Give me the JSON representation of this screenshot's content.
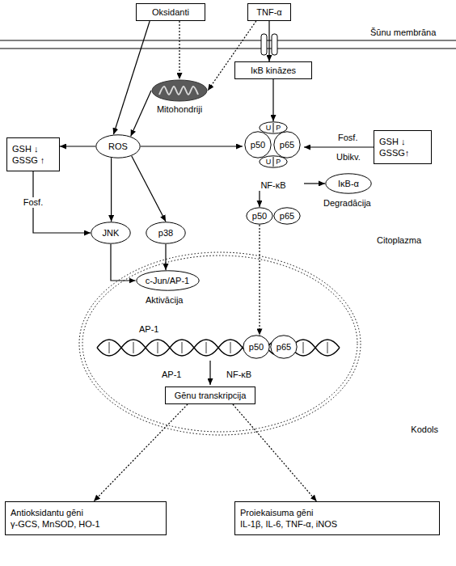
{
  "diagram": {
    "nodes": [
      {
        "text": [
          "Oksidanti"
        ]
      },
      {
        "text": [
          "TNF-α"
        ]
      },
      {
        "text": [
          "IκB kināzes"
        ]
      },
      {
        "text": [
          "Mitohondriji"
        ]
      },
      {
        "text": [
          "GSH ↓",
          "GSSG ↑"
        ]
      },
      {
        "text": [
          "ROS"
        ]
      },
      {
        "text": [
          "NF-κB"
        ]
      },
      {
        "text": [
          "U",
          "P"
        ],
        "in": 6
      },
      {
        "text": [
          "p50"
        ],
        "in": 6
      },
      {
        "text": [
          "p65"
        ],
        "in": 6
      },
      {
        "text": [
          "U",
          "P"
        ],
        "in": 6
      },
      {
        "text": [
          "GSH ↓",
          "GSSG↑"
        ]
      },
      {
        "text": [
          "JNK"
        ]
      },
      {
        "text": [
          "p38"
        ]
      },
      {
        "text": [
          "IκB-α"
        ]
      },
      {
        "text": [
          "p50"
        ]
      },
      {
        "text": [
          "p65"
        ]
      },
      {
        "text": [
          "Kodols"
        ]
      },
      {
        "text": [
          "c-Jun/AP-1"
        ],
        "in": 17
      },
      {
        "text": [
          "p50"
        ],
        "in": 17
      },
      {
        "text": [
          "p65"
        ],
        "in": 17
      },
      {
        "text": [
          "Gēnu transkripcija"
        ],
        "in": 17
      },
      {
        "text": [
          "Antioksidantu gēni",
          "γ-GCS, MnSOD, HO-1"
        ]
      },
      {
        "text": [
          "Proiekaisuma gēni",
          "IL-1β, IL-6, TNF-α, iNOS"
        ]
      }
    ],
    "edges": [
      {
        "from": 0,
        "to": 5,
        "arrow": "to"
      },
      {
        "from": 0,
        "to": 3,
        "arrow": "to"
      },
      {
        "from": 1,
        "to": 2,
        "arrow": "to"
      },
      {
        "from": 1,
        "to": 3,
        "arrow": "to"
      },
      {
        "from": 3,
        "to": 5,
        "arrow": "to"
      },
      {
        "from": 5,
        "to": 4,
        "arrow": "to"
      },
      {
        "from": 5,
        "to": 6,
        "arrow": "to"
      },
      {
        "from": 2,
        "to": 6,
        "arrow": "to"
      },
      {
        "from": 11,
        "to": 6,
        "arrow": "to"
      },
      {
        "from": 4,
        "to": 12,
        "label": "Fosf.",
        "arrow": "to"
      },
      {
        "from": 5,
        "to": 12,
        "arrow": "to"
      },
      {
        "from": 5,
        "to": 13,
        "arrow": "to"
      },
      {
        "from": 6,
        "to": 14,
        "arrow": "to"
      },
      {
        "from": 6,
        "to": 15,
        "arrow": "to"
      },
      {
        "from": 12,
        "to": 18,
        "arrow": "to"
      },
      {
        "from": 13,
        "to": 18,
        "arrow": "to"
      },
      {
        "from": 15,
        "to": 19,
        "arrow": "to"
      },
      {
        "from": 21,
        "to": 22,
        "arrow": "to"
      },
      {
        "from": 21,
        "to": 23,
        "arrow": "to"
      }
    ],
    "labels": [
      "Šūnu membrāna",
      "Fosf.",
      "Ubikv.",
      "Degradācija",
      "Citoplazma",
      "Aktivācija",
      "AP-1",
      "AP-1",
      "NF-κB"
    ]
  }
}
